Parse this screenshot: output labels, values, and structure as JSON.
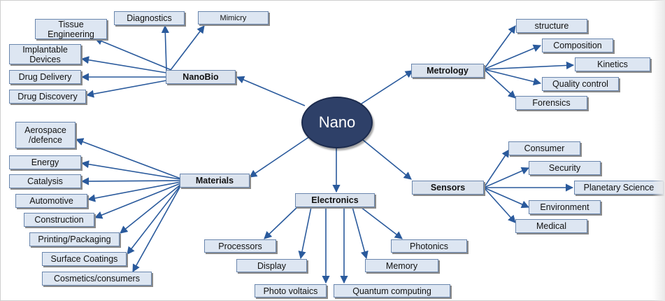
{
  "center": "Nano",
  "hubs": {
    "nanobio": "NanoBio",
    "metrology": "Metrology",
    "materials": "Materials",
    "sensors": "Sensors",
    "electronics": "Electronics"
  },
  "nanobio_items": [
    "Tissue\nEngineering",
    "Diagnostics",
    "Mimicry",
    "Implantable\nDevices",
    "Drug Delivery",
    "Drug Discovery"
  ],
  "metrology_items": [
    "structure",
    "Composition",
    "Kinetics",
    "Quality control",
    "Forensics"
  ],
  "materials_items": [
    "Aerospace\n/defence",
    "Energy",
    "Catalysis",
    "Automotive",
    "Construction",
    "Printing/Packaging",
    "Surface Coatings",
    "Cosmetics/consumers"
  ],
  "sensors_items": [
    "Consumer",
    "Security",
    "Planetary Science",
    "Environment",
    "Medical"
  ],
  "electronics_items": [
    "Processors",
    "Display",
    "Photo voltaics",
    "Quantum computing",
    "Memory",
    "Photonics"
  ],
  "colors": {
    "connector": "#2a5a9c",
    "box_fill": "#dde6f2",
    "box_border": "#6a86ad",
    "center_fill": "#2e4068"
  }
}
